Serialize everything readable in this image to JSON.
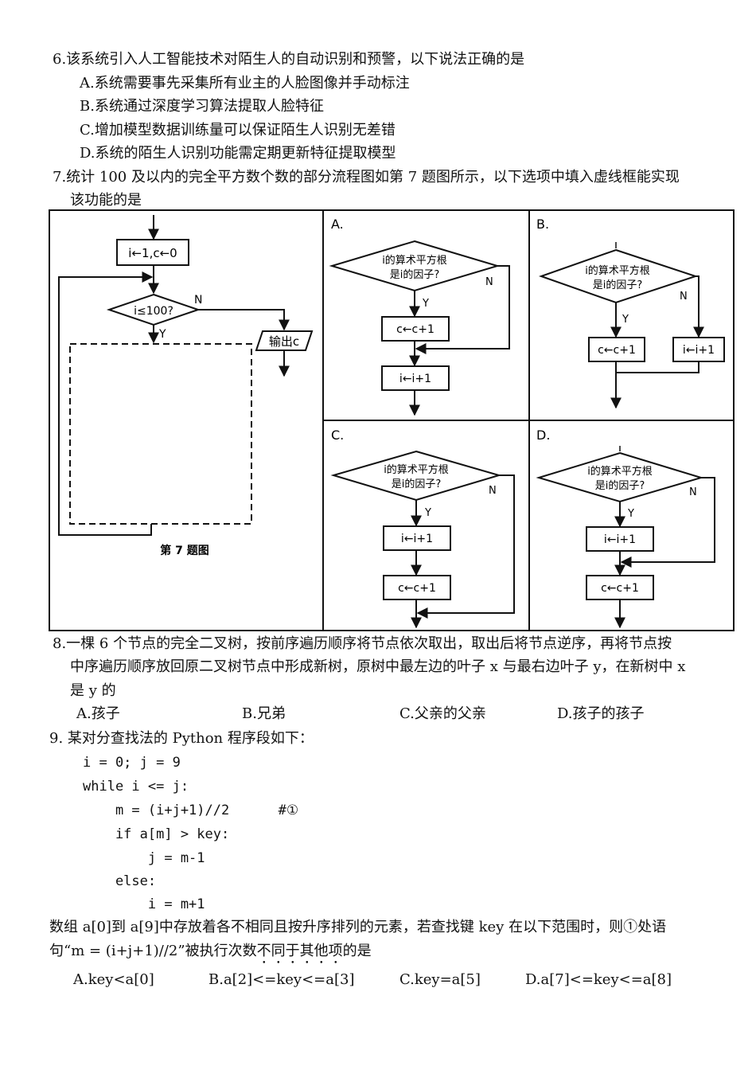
{
  "q6": {
    "stem": "6.该系统引入人工智能技术对陌生人的自动识别和预警，以下说法正确的是",
    "options": [
      "A.系统需要事先采集所有业主的人脸图像并手动标注",
      "B.系统通过深度学习算法提取人脸特征",
      "C.增加模型数据训练量可以保证陌生人识别无差错",
      "D.系统的陌生人识别功能需定期更新特征提取模型"
    ]
  },
  "q7": {
    "stem_line1": "7.统计 100 及以内的完全平方数个数的部分流程图如第 7 题图所示，以下选项中填入虚线框能实现",
    "stem_line2": "该功能的是",
    "main": {
      "init": "i←1,c←0",
      "cond": "i≤100?",
      "yes": "Y",
      "no": "N",
      "output": "输出c",
      "caption": "第 7 题图"
    },
    "panels": [
      {
        "label": "A.",
        "cond_line1": "i的算术平方根",
        "cond_line2": "是i的因子?",
        "yes": "Y",
        "no": "N",
        "box1": "c←c+1",
        "box2": "i←i+1"
      },
      {
        "label": "B.",
        "cond_line1": "i的算术平方根",
        "cond_line2": "是i的因子?",
        "yes": "Y",
        "no": "N",
        "box1": "c←c+1",
        "box2": "i←i+1"
      },
      {
        "label": "C.",
        "cond_line1": "i的算术平方根",
        "cond_line2": "是i的因子?",
        "yes": "Y",
        "no": "N",
        "box1": "i←i+1",
        "box2": "c←c+1"
      },
      {
        "label": "D.",
        "cond_line1": "i的算术平方根",
        "cond_line2": "是i的因子?",
        "yes": "Y",
        "no": "N",
        "box1": "i←i+1",
        "box2": "c←c+1"
      }
    ]
  },
  "q8": {
    "stem_line1": "8.一棵 6 个节点的完全二叉树，按前序遍历顺序将节点依次取出，取出后将节点逆序，再将节点按",
    "stem_line2": "中序遍历顺序放回原二叉树节点中形成新树，原树中最左边的叶子 x 与最右边叶子 y，在新树中 x",
    "stem_line3": "是 y 的",
    "options": [
      "A.孩子",
      "B.兄弟",
      "C.父亲的父亲",
      "D.孩子的孩子"
    ]
  },
  "q9": {
    "stem": "9. 某对分查找法的 Python 程序段如下：",
    "code": [
      "i = 0; j = 9",
      "while i <= j:",
      "    m = (i+j+1)//2      #①",
      "    if a[m] > key:",
      "        j = m-1",
      "    else:",
      "        i = m+1"
    ],
    "after_line1": "数组 a[0]到 a[9]中存放着各不相同且按升序排列的元素，若查找键 key 在以下范围时，则①处语",
    "after_line2_a": "句“m = (i+j+1)//2”被执行次数",
    "after_line2_b": "不同于其他项",
    "after_line2_c": "的是",
    "options": [
      "A.key<a[0]",
      "B.a[2]<=key<=a[3]",
      "C.key=a[5]",
      "D.a[7]<=key<=a[8]"
    ]
  }
}
